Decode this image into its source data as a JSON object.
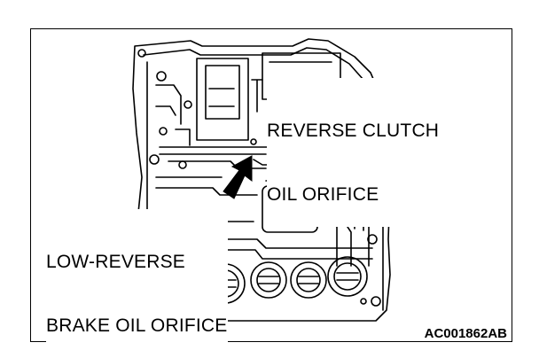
{
  "figure": {
    "callouts": [
      {
        "id": "reverse-clutch",
        "lines": [
          "REVERSE CLUTCH",
          "OIL ORIFICE"
        ]
      },
      {
        "id": "low-reverse",
        "lines": [
          "LOW-REVERSE",
          "BRAKE OIL ORIFICE"
        ]
      }
    ],
    "figure_code": "AC001862AB"
  }
}
